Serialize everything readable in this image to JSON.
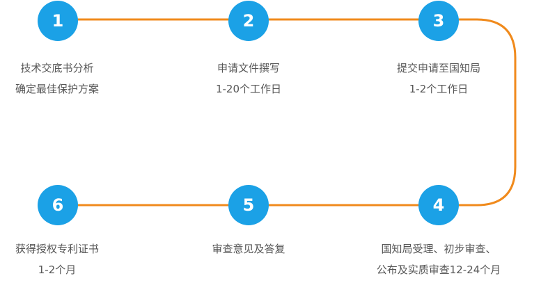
{
  "colors": {
    "circle": "#1ba1e6",
    "connector": "#f08a1c",
    "text": "#555555"
  },
  "steps": [
    {
      "number": "1",
      "lines": [
        "技术交底书分析",
        "确定最佳保护方案"
      ]
    },
    {
      "number": "2",
      "lines": [
        "申请文件撰写",
        "1-20个工作日"
      ]
    },
    {
      "number": "3",
      "lines": [
        "提交申请至国知局",
        "1-2个工作日"
      ]
    },
    {
      "number": "4",
      "lines": [
        "国知局受理、初步审查、",
        "公布及实质审查12-24个月"
      ]
    },
    {
      "number": "5",
      "lines": [
        "审查意见及答复"
      ]
    },
    {
      "number": "6",
      "lines": [
        "获得授权专利证书",
        "1-2个月"
      ]
    }
  ]
}
